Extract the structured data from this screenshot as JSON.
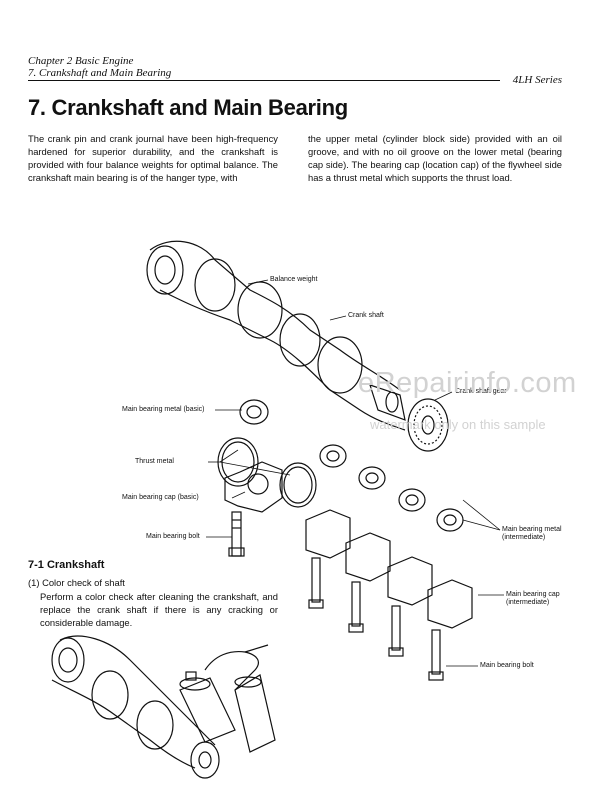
{
  "header": {
    "chapter": "Chapter 2  Basic Engine",
    "section": "7.  Crankshaft and Main Bearing",
    "series": "4LH  Series"
  },
  "page_title": "7.  Crankshaft and Main Bearing",
  "intro": {
    "left": "The crank pin and crank journal have been high-frequency hardened for superior durability, and the crankshaft is provided with four balance weights for optimal balance. The crankshaft main bearing is of the hanger type, with",
    "right": "the upper metal (cylinder block side) provided with an oil groove, and with no oil groove on the lower metal (bearing cap side).  The bearing cap (location cap) of the flywheel side has a thrust metal which supports the thrust load."
  },
  "diagram_labels": {
    "balance_weight": "Balance weight",
    "crank_shaft": "Crank shaft",
    "crank_shaft_gear": "Crank shaft gear",
    "main_bearing_metal_basic": "Main bearing metal (basic)",
    "thrust_metal": "Thrust metal",
    "main_bearing_cap_basic": "Main bearing cap (basic)",
    "main_bearing_bolt_left": "Main bearing bolt",
    "main_bearing_metal_intermediate_1": "Main bearing metal",
    "main_bearing_metal_intermediate_2": "(intermediate)",
    "main_bearing_cap_intermediate_1": "Main bearing cap",
    "main_bearing_cap_intermediate_2": "(intermediate)",
    "main_bearing_bolt_right": "Main bearing bolt"
  },
  "subsection": {
    "heading": "7-1  Crankshaft",
    "item_heading": "(1) Color check of shaft",
    "item_text": "Perform a color check after cleaning the crankshaft, and replace the crank shaft if there is any cracking or considerable damage."
  },
  "watermark": {
    "line1": "eRepairinfo.com",
    "line2": "watermark only on this sample"
  }
}
